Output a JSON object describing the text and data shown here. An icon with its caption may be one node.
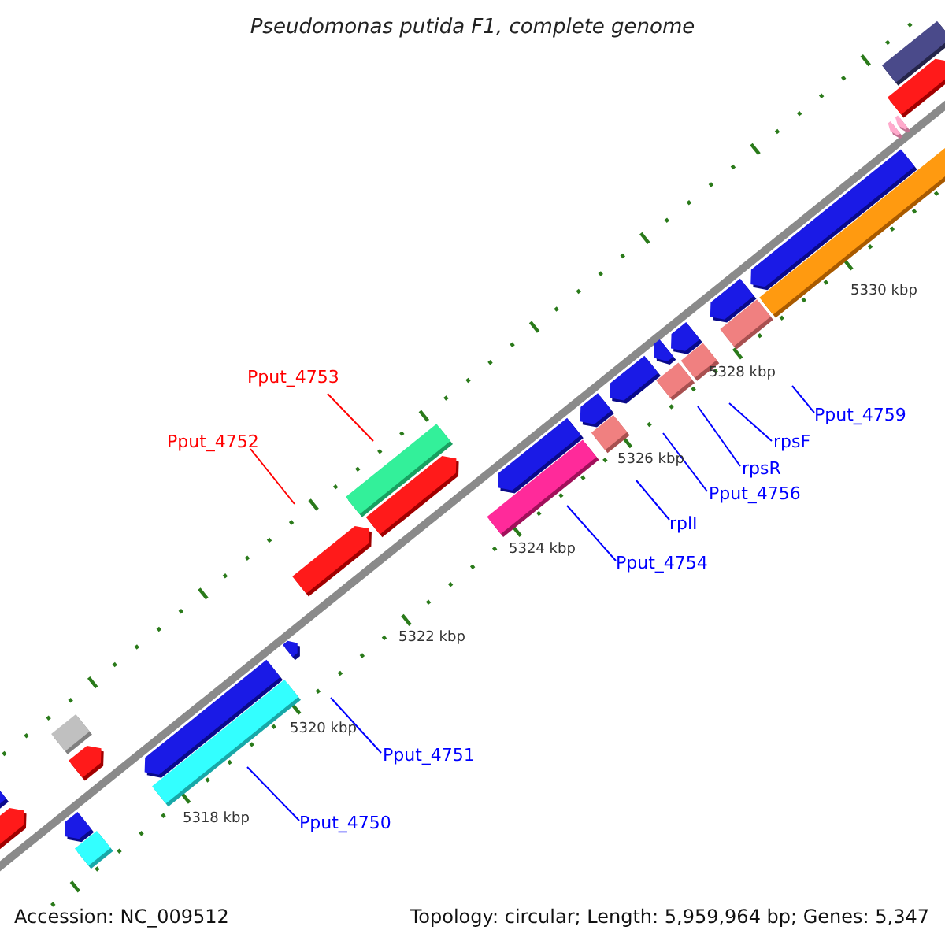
{
  "diagram": {
    "title": "Pseudomonas putida F1, complete genome",
    "nodes": [
      {
        "text": [
          "Pput_4753"
        ]
      },
      {
        "text": [
          "Pput_4759"
        ]
      },
      {
        "text": [
          "Pput_4752"
        ]
      },
      {
        "text": [
          "rpsF"
        ]
      },
      {
        "text": [
          "rpsR"
        ]
      },
      {
        "text": [
          "Pput_4756"
        ]
      },
      {
        "text": [
          "rplI"
        ]
      },
      {
        "text": [
          "Pput_4754"
        ]
      },
      {
        "text": [
          "Pput_4751"
        ]
      },
      {
        "text": [
          "Pput_4750"
        ]
      }
    ],
    "edges": [
      {
        "from": 0,
        "to": null,
        "arrow": "none",
        "color": "#ff0000"
      },
      {
        "from": 1,
        "to": null,
        "arrow": "none"
      },
      {
        "from": 2,
        "to": null,
        "arrow": "none",
        "color": "#ff0000"
      },
      {
        "from": 3,
        "to": null,
        "arrow": "none"
      },
      {
        "from": 4,
        "to": null,
        "arrow": "none"
      },
      {
        "from": 5,
        "to": null,
        "arrow": "none"
      },
      {
        "from": 6,
        "to": null,
        "arrow": "none"
      },
      {
        "from": 7,
        "to": null,
        "arrow": "none"
      },
      {
        "from": 8,
        "to": null,
        "arrow": "none"
      },
      {
        "from": 9,
        "to": null,
        "arrow": "none"
      }
    ],
    "labels": [
      "5330 kbp",
      "5328 kbp",
      "5326 kbp",
      "5324 kbp",
      "5322 kbp",
      "5320 kbp",
      "5318 kbp",
      "Accession: NC_009512",
      "Topology: circular; Length: 5,959,964 bp; Genes: 5,347"
    ]
  }
}
